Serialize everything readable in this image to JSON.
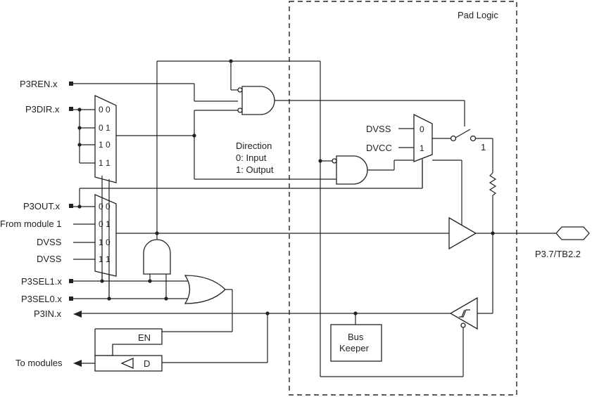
{
  "pad_logic_label": "Pad Logic",
  "inputs": {
    "p3ren": "P3REN.x",
    "p3dir": "P3DIR.x",
    "p3out": "P3OUT.x",
    "from_module": "From module 1",
    "dvss_a": "DVSS",
    "dvss_b": "DVSS",
    "p3sel1": "P3SEL1.x",
    "p3sel0": "P3SEL0.x"
  },
  "outputs": {
    "p3in": "P3IN.x",
    "to_modules": "To modules"
  },
  "mux_labels": {
    "s00": "0 0",
    "s01": "0 1",
    "s10": "1 0",
    "s11": "1 1"
  },
  "direction": {
    "title": "Direction",
    "line0": "0: Input",
    "line1": "1: Output"
  },
  "supply_mux": {
    "dvss": "DVSS",
    "dvcc": "DVCC",
    "in0": "0",
    "in1": "1"
  },
  "switch_label": "1",
  "latch": {
    "en": "EN",
    "d": "D"
  },
  "bus_keeper": {
    "line1": "Bus",
    "line2": "Keeper"
  },
  "pin_label": "P3.7/TB2.2"
}
